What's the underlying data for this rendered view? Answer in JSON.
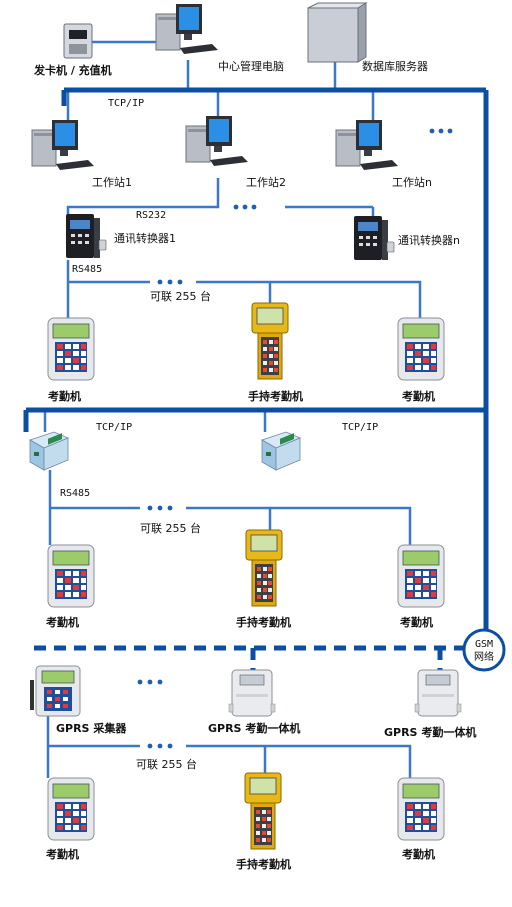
{
  "nodes": {
    "card_machine": "发卡机 / 充值机",
    "central_pc": "中心管理电脑",
    "db_server": "数据库服务器",
    "ws1": "工作站1",
    "ws2": "工作站2",
    "wsn": "工作站n",
    "conv1": "通讯转换器1",
    "convn": "通讯转换器n",
    "attendance": "考勤机",
    "handheld": "手持考勤机",
    "gprs_collector": "GPRS 采集器",
    "gprs_terminal": "GPRS 考勤一体机"
  },
  "links": {
    "tcpip": "TCP/IP",
    "rs232": "RS232",
    "rs485": "RS485",
    "chain": "可联 255 台",
    "gsm_line1": "GSM",
    "gsm_line2": "网络"
  },
  "colors": {
    "backbone": "#0b4ea2",
    "wire": "#3d78c7"
  }
}
